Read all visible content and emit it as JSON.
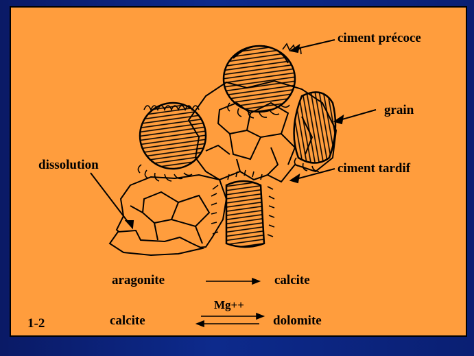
{
  "labels": {
    "early_cement": "ciment précoce",
    "grain": "grain",
    "late_cement": "ciment tardif",
    "dissolution": "dissolution"
  },
  "reactions": {
    "r1_left": "aragonite",
    "r1_right": "calcite",
    "r2_left": "calcite",
    "r2_catalyst": "Mg++",
    "r2_right": "dolomite"
  },
  "figure_number": "1-2",
  "colors": {
    "panel": "#ff9d3d",
    "background": "#0d2a8c",
    "ink": "#000000"
  }
}
